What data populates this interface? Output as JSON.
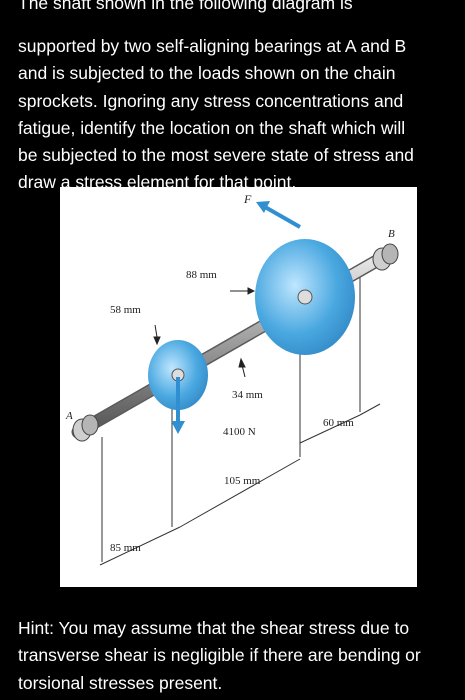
{
  "question": {
    "cut_line": "The shaft shown in the following diagram is",
    "lines": [
      "supported by two self-aligning bearings at A and B",
      "and is subjected to the loads shown on the chain",
      "sprockets. Ignoring any stress concentrations and",
      "fatigue, identify the location on the shaft which will",
      "be subjected to the most severe state of stress and",
      "draw a stress element for that point."
    ]
  },
  "figure": {
    "labels": {
      "F": "F",
      "B": "B",
      "A": "A",
      "dim_88": "88 mm",
      "dim_58": "58 mm",
      "dim_34": "34 mm",
      "force_4100": "4100 N",
      "dim_60": "60 mm",
      "dim_105": "105 mm",
      "dim_85": "85 mm"
    },
    "colors": {
      "sprocket": "#4aa8e0",
      "sprocket_dark": "#2f86c4",
      "force_arrow": "#2f8fd0",
      "shaft": "#9a9a9a"
    }
  },
  "hint": {
    "lines": [
      "Hint: You may assume that the shear stress due to",
      "transverse shear is negligible if there are bending or",
      "torsional stresses present."
    ]
  }
}
